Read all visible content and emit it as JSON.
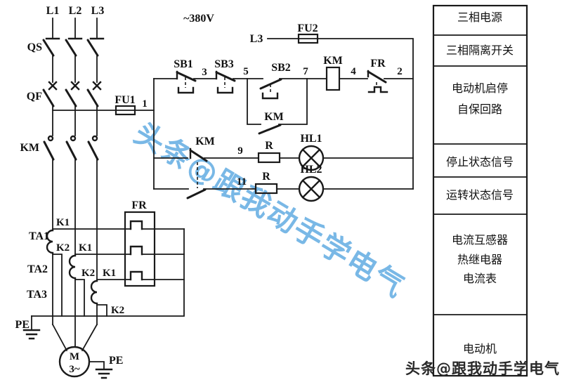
{
  "colors": {
    "line": "#1a1a1a",
    "watermark_blue": "#58a7e0",
    "watermark_black": "#2a2a2a",
    "background": "#ffffff"
  },
  "power": {
    "phase1": "L1",
    "phase2": "L2",
    "phase3": "L3",
    "voltage": "~380V",
    "control_phase_tap": "L3"
  },
  "switches": {
    "disconnector": "QS",
    "breaker": "QF",
    "contactor_main": "KM",
    "contactor_hold": "KM",
    "contactor_coil": "KM",
    "contactor_signal": "KM",
    "stop_button1": "SB1",
    "stop_button2": "SB3",
    "start_button": "SB2",
    "thermal_contact": "FR",
    "thermal_heater": "FR"
  },
  "fuses": {
    "fu1": "FU1",
    "fu2": "FU2"
  },
  "terminals": {
    "t1": "1",
    "t2": "2",
    "t3": "3",
    "t4": "4",
    "t5": "5",
    "t7": "7",
    "t9": "9",
    "t11": "11"
  },
  "signals": {
    "resistor1": "R",
    "resistor2": "R",
    "lamp1": "HL1",
    "lamp2": "HL2"
  },
  "transformers": {
    "ta1": "TA1",
    "ta2": "TA2",
    "ta3": "TA3",
    "ta1_k1": "K1",
    "ta1_k2": "K2",
    "ta2_k1": "K1",
    "ta2_k2": "K2",
    "ta3_k1": "K1",
    "ta3_k2": "K2"
  },
  "ground": {
    "pe_left": "PE",
    "pe_right": "PE"
  },
  "motor": {
    "letter": "M",
    "phases": "3~"
  },
  "legend": {
    "r1": "三相电源",
    "r2": "三相隔离开关",
    "r3a": "电动机启停",
    "r3b": "自保回路",
    "r4": "停止状态信号",
    "r5": "运转状态信号",
    "r6a": "电流互感器",
    "r6b": "热继电器",
    "r6c": "电流表",
    "r7": "电动机"
  },
  "watermark": {
    "diagonal": "头条@跟我动手学电气",
    "bottom": "头条@跟我动手学电气"
  }
}
